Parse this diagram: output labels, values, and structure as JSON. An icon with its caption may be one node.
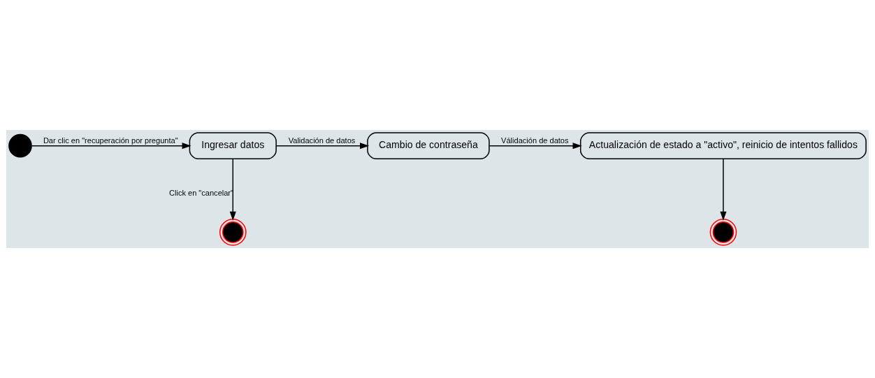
{
  "diagram": {
    "nodes": [
      {
        "text": [],
        "shape": "circle"
      },
      {
        "text": [
          "Ingresar datos"
        ]
      },
      {
        "text": [
          "Cambio de contraseña"
        ]
      },
      {
        "text": [
          "Actualización de estado a \"activo\", reinicio de intentos fallidos"
        ]
      },
      {
        "text": [],
        "shape": "bullseye"
      },
      {
        "text": [],
        "shape": "bullseye"
      }
    ],
    "edges": [
      {
        "from": 0,
        "to": 1,
        "arrow": "to",
        "label": "Dar clic en \"recuperación por pregunta\""
      },
      {
        "from": 1,
        "to": 2,
        "arrow": "to",
        "label": "Validación de datos"
      },
      {
        "from": 2,
        "to": 3,
        "arrow": "to",
        "label": "Válidación de datos"
      },
      {
        "from": 1,
        "to": 4,
        "arrow": "to",
        "label": "Click en \"cancelar\""
      },
      {
        "from": 3,
        "to": 5,
        "arrow": "to"
      }
    ]
  }
}
